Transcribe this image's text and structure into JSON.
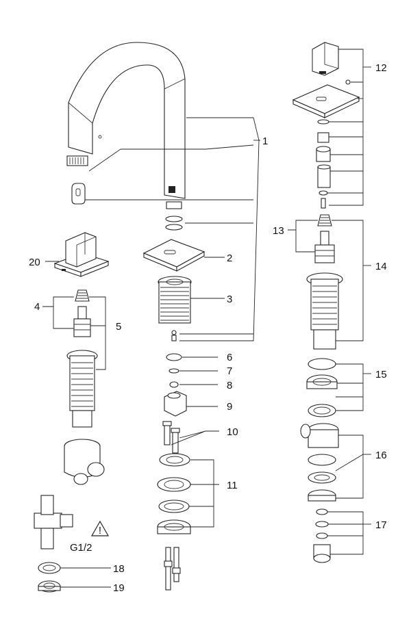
{
  "callouts": {
    "c1": "1",
    "c2": "2",
    "c3": "3",
    "c4": "4",
    "c5": "5",
    "c6": "6",
    "c7": "7",
    "c8": "8",
    "c9": "9",
    "c10": "10",
    "c11": "11",
    "c12": "12",
    "c13": "13",
    "c14": "14",
    "c15": "15",
    "c16": "16",
    "c17": "17",
    "c18": "18",
    "c19": "19",
    "c20": "20"
  },
  "thread_label": "G1/2",
  "warning_symbol": "!",
  "icons": [
    "warning-triangle-icon"
  ]
}
